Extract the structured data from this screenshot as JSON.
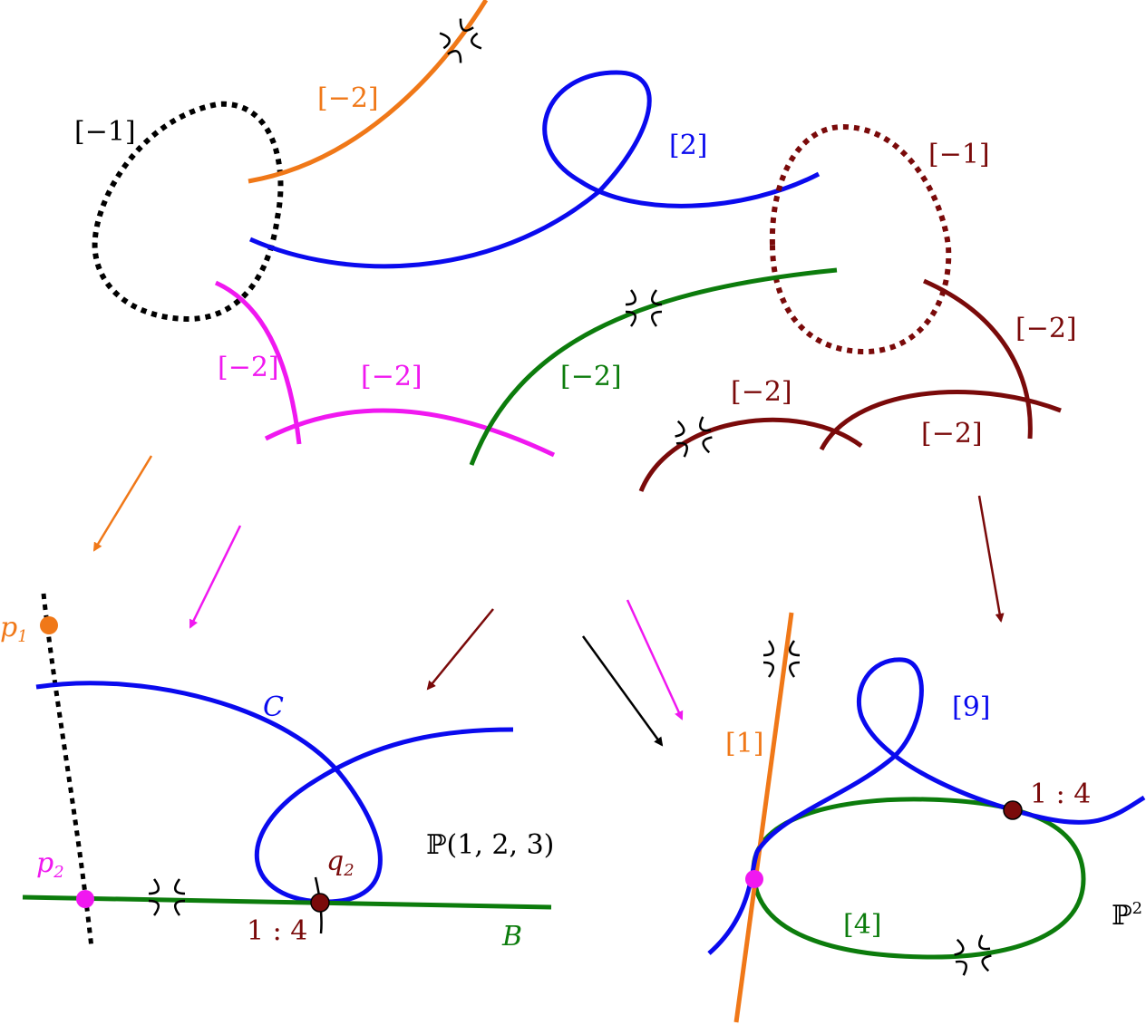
{
  "colors": {
    "black": "#000000",
    "orange": "#f07818",
    "blue": "#0a0aee",
    "magenta": "#f018f0",
    "green": "#0c7c0c",
    "darkred": "#7a0a0a"
  },
  "top": {
    "black_curve_label": "[−1]",
    "orange_curve_label": "[−2]",
    "blue_curve_label": "[2]",
    "darkred_loop_label": "[−1]",
    "magenta_left_label": "[−2]",
    "magenta_right_label": "[−2]",
    "green_curve_label": "[−2]",
    "darkred_right_label": "[−2]",
    "darkred_mid_label": "[−2]",
    "darkred_low_label": "[−2]"
  },
  "bottom_left": {
    "p1": "p",
    "p1_sub": "1",
    "p2": "p",
    "p2_sub": "2",
    "q2": "q",
    "q2_sub": "2",
    "curve_C": "C",
    "curve_B": "B",
    "ratio": "1 : 4",
    "space": "ℙ(1, 2, 3)"
  },
  "bottom_right": {
    "orange_label": "[1]",
    "blue_label": "[9]",
    "green_label": "[4]",
    "ratio": "1 : 4",
    "space": "ℙ",
    "space_sup": "2"
  },
  "icons": {
    "tangency": "tangency-symbol-icon"
  }
}
